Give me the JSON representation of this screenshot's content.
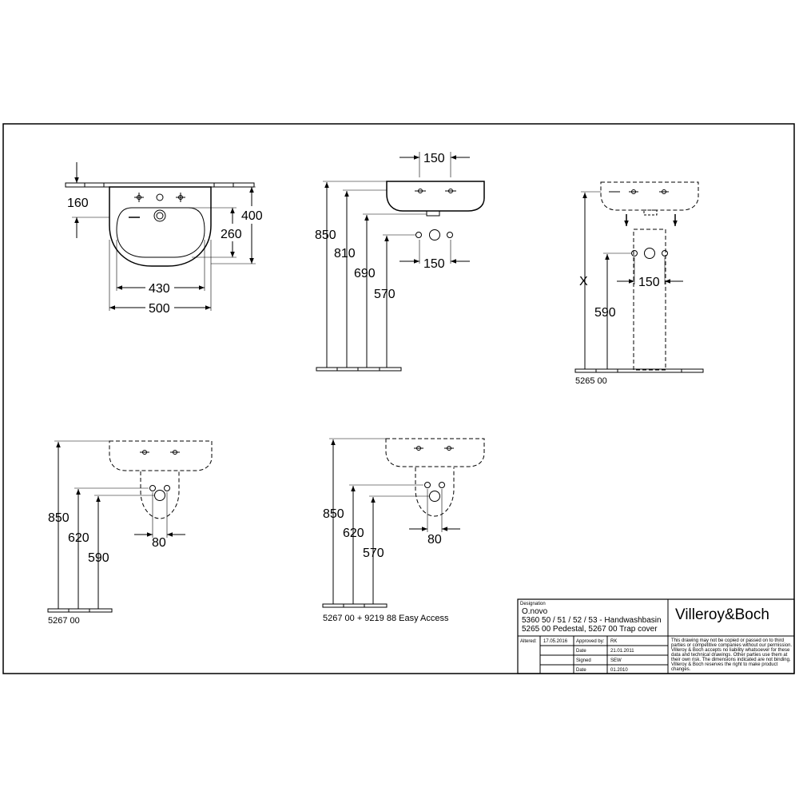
{
  "views": {
    "front": {
      "dim_160": "160",
      "dim_400": "400",
      "dim_260": "260",
      "dim_430": "430",
      "dim_500": "500"
    },
    "side": {
      "dim_150_top": "150",
      "dim_850": "850",
      "dim_810": "810",
      "dim_690": "690",
      "dim_570": "570",
      "dim_150_bottom": "150"
    },
    "pedestal": {
      "dim_x": "X",
      "dim_150": "150",
      "dim_590": "590",
      "code": "5265 00"
    },
    "trap_cover": {
      "dim_850": "850",
      "dim_620": "620",
      "dim_590": "590",
      "dim_80": "80",
      "code": "5267 00"
    },
    "easy_access": {
      "dim_850": "850",
      "dim_620": "620",
      "dim_570": "570",
      "dim_80": "80",
      "code": "5267 00 + 9219 88 Easy Access"
    }
  },
  "title_block": {
    "designation_label": "Designation",
    "product": "O.novo",
    "line1": "5360 50 / 51 / 52 / 53 - Handwashbasin",
    "line2": "5265 00 Pedestal, 5267 00 Trap cover",
    "brand": "Villeroy&Boch",
    "altered_label": "Altered:",
    "altered_date": "17.05.2016",
    "approved_label": "Approved by:",
    "approved_value": "RK",
    "date_label": "Date",
    "date_value": "21.01.2011",
    "signed_label": "Signed",
    "signed_value": "SEW",
    "date2_label": "Date",
    "date2_value": "01.2010",
    "disclaimer": [
      "This drawing may not be copied or passed on to third",
      "parties or competitive companies without our permission.",
      "Villeroy & Boch accepts no liability whatsoever for these",
      "data and technical drawings. Other parties use them at",
      "their own risk. The dimensions indicated are not binding.",
      "Villeroy & Boch reserves the right to make product",
      "changes."
    ]
  }
}
